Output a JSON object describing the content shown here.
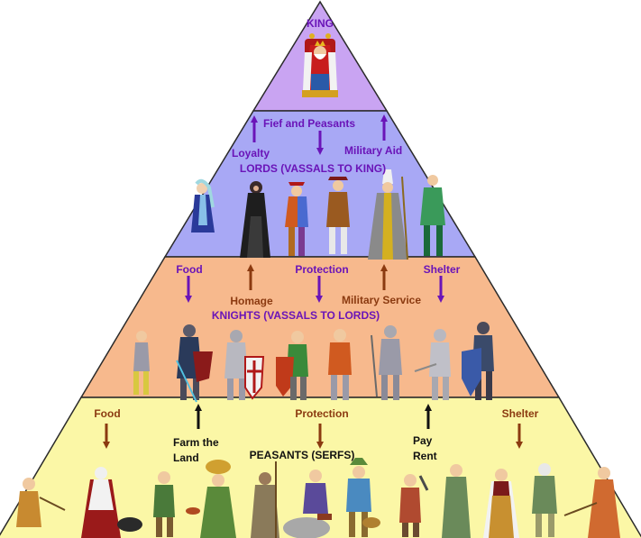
{
  "colors": {
    "king_tier": "#c9a4f2",
    "lords_tier": "#a8a8f5",
    "knights_tier": "#f7b98d",
    "peasants_tier": "#fbf7a6",
    "outline": "#2a2a2a",
    "purple_text": "#6a14b8",
    "brown_text": "#8b3a10",
    "black_text": "#111111",
    "purple_arrow": "#6a14b8",
    "brown_arrow": "#8b3a10",
    "black_arrow": "#111111"
  },
  "tiers": {
    "king": {
      "title": "KING"
    },
    "lords": {
      "title": "LORDS (VASSALS TO KING)",
      "gives_up": "Loyalty",
      "receives": "Fief and Peasants",
      "gives_up_2": "Military Aid"
    },
    "knights": {
      "title": "KNIGHTS (VASSALS TO LORDS)",
      "receives_1": "Food",
      "receives_2": "Protection",
      "receives_3": "Shelter",
      "gives_up_1": "Homage",
      "gives_up_2": "Military Service"
    },
    "peasants": {
      "title": "PEASANTS (SERFS)",
      "receives_1": "Food",
      "receives_2": "Protection",
      "receives_3": "Shelter",
      "gives_up_1": "Farm the Land",
      "gives_up_1_line1": "Farm the",
      "gives_up_1_line2": "Land",
      "gives_up_2_line1": "Pay",
      "gives_up_2_line2": "Rent"
    }
  },
  "figures": {
    "king": "king-on-throne-illustration",
    "lords": [
      "noble-lady",
      "monk",
      "courtier",
      "merchant",
      "bishop",
      "nobleman"
    ],
    "knights": [
      "squire",
      "dark-knight",
      "knight-with-shield",
      "knight-with-cross-shield",
      "knight-in-mail",
      "knight",
      "knight-with-sword",
      "knight-with-kite-shield"
    ],
    "peasants": [
      "farmer-with-hoe",
      "old-woman-cooking",
      "villager",
      "woman-with-basket",
      "monk-with-staff",
      "seated-peasant",
      "peasant-with-basket",
      "blacksmith",
      "friar",
      "milkmaid",
      "peasant-man",
      "peasant-woman-spinning"
    ]
  }
}
